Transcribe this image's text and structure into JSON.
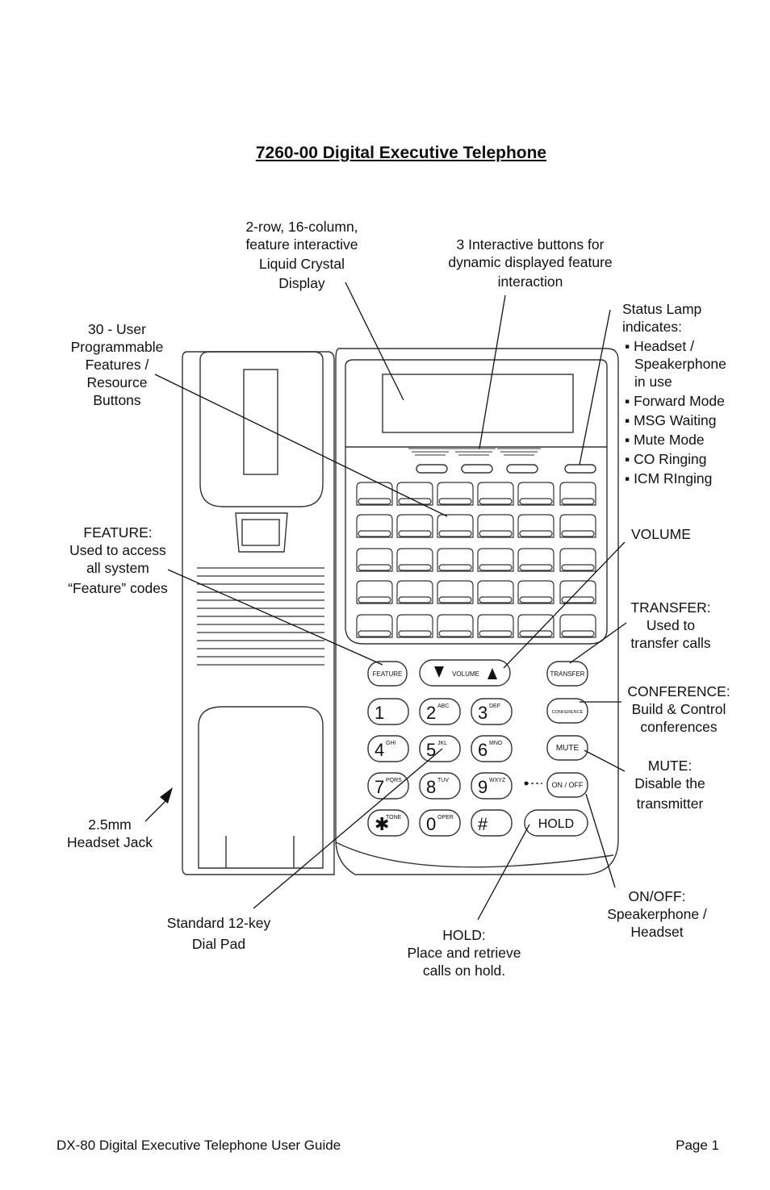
{
  "title": "7260-00 Digital Executive Telephone",
  "labels": {
    "lcd": [
      "2-row, 16-column,",
      "feature interactive",
      "Liquid Crystal",
      "Display"
    ],
    "soft_buttons": [
      "3 Interactive buttons for",
      "dynamic displayed feature",
      "interaction"
    ],
    "programmable": [
      "30 - User",
      "Programmable",
      "Features /",
      "Resource",
      "Buttons"
    ],
    "status_lamp": {
      "heading": [
        "Status Lamp",
        "indicates:"
      ],
      "items": [
        [
          "Headset /",
          "Speakerphone",
          "in use"
        ],
        [
          "Forward Mode"
        ],
        [
          "MSG Waiting"
        ],
        [
          "Mute Mode"
        ],
        [
          "CO Ringing"
        ],
        [
          "ICM RInging"
        ]
      ]
    },
    "feature": [
      "FEATURE:",
      "Used to access",
      "all system",
      "“Feature” codes"
    ],
    "volume": [
      "VOLUME"
    ],
    "transfer": [
      "TRANSFER:",
      "Used to",
      "transfer calls"
    ],
    "conference": [
      "CONFERENCE:",
      "Build & Control",
      "conferences"
    ],
    "mute": [
      "MUTE:",
      "Disable the",
      "transmitter"
    ],
    "headset_jack": [
      "2.5mm",
      "Headset Jack"
    ],
    "dial_pad": [
      "Standard 12-key",
      "Dial Pad"
    ],
    "hold": [
      "HOLD:",
      "Place and retrieve",
      "calls on hold."
    ],
    "on_off": [
      "ON/OFF:",
      "Speakerphone /",
      "Headset"
    ]
  },
  "phone": {
    "button_labels": {
      "feature": "FEATURE",
      "volume": "VOLUME",
      "transfer": "TRANSFER",
      "conference": "CONFERENCE",
      "mute": "MUTE",
      "on_off": "ON / OFF",
      "hold": "HOLD"
    },
    "keys": [
      {
        "digit": "1",
        "letters": ""
      },
      {
        "digit": "2",
        "letters": "ABC"
      },
      {
        "digit": "3",
        "letters": "DEF"
      },
      {
        "digit": "4",
        "letters": "GHI"
      },
      {
        "digit": "5",
        "letters": "JKL"
      },
      {
        "digit": "6",
        "letters": "MNO"
      },
      {
        "digit": "7",
        "letters": "PQRS"
      },
      {
        "digit": "8",
        "letters": "TUV"
      },
      {
        "digit": "9",
        "letters": "WXYZ"
      },
      {
        "digit": "✱",
        "letters": "TONE"
      },
      {
        "digit": "0",
        "letters": "OPER"
      },
      {
        "digit": "#",
        "letters": ""
      }
    ]
  },
  "footer": {
    "left": "DX-80 Digital Executive Telephone User Guide",
    "right": "Page 1"
  }
}
